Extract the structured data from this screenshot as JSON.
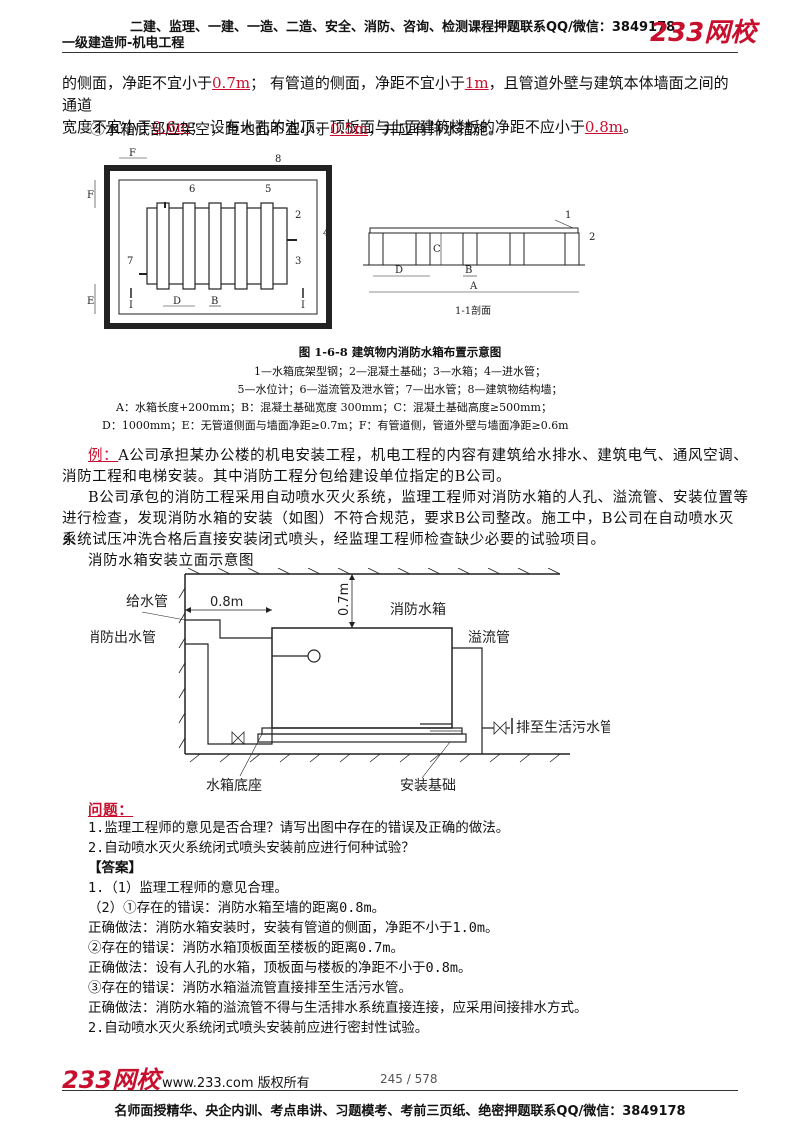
{
  "header": {
    "line1": "二建、监理、一建、一造、二造、安全、消防、咨询、检测课程押题联系QQ/微信：3849178",
    "line2": "一级建造师-机电工程",
    "logo": "233网校"
  },
  "para1": {
    "a": "的侧面，净距不宜小于",
    "v1": "0.7m",
    "b": "；  有管道的侧面，净距不宜小于",
    "v2": "1m",
    "c": "，且管道外壁与建筑本体墙面之间的通道",
    "d": "宽度不宜小于",
    "v3": "0.6m",
    "e": "；  设有人孔的池顶，顶板面与上面建筑楼板的净距不应小于",
    "v4": "0.8m",
    "f": "。"
  },
  "para2": {
    "a": "②水箱底部应架空，距地面不宜小于",
    "v1": "0.5m",
    "b": "，并应有排水措施。"
  },
  "fig1": {
    "labels": {
      "E": "E",
      "F": "F",
      "D": "D",
      "B": "B",
      "A": "A",
      "C": "C",
      "n1": "1",
      "n2": "2",
      "n3": "3",
      "n4": "4",
      "n6": "6",
      "n7": "7",
      "n8": "8",
      "I": "I",
      "section": "1-1剖面"
    },
    "title": "图 1-6-8   建筑物内消防水箱布置示意图",
    "legend1": "1—水箱底架型钢；2—混凝土基础；3—水箱；4—进水管；",
    "legend2": "5—水位计；6—溢流管及泄水管；7—出水管；8—建筑物结构墙；",
    "legend3": "A：水箱长度+200mm；B：混凝土基础宽度 300mm；C：混凝土基础高度≥500mm；",
    "legend4": "D：1000mm；E：无管道侧面与墙面净距≥0.7m；F：有管道侧，管道外壁与墙面净距≥0.6m"
  },
  "example": {
    "label": "例：",
    "l1": "A公司承担某办公楼的机电安装工程，机电工程的内容有建筑给水排水、建筑电气、通风空调、",
    "l2": "消防工程和电梯安装。其中消防工程分包给建设单位指定的B公司。",
    "l3": "B公司承包的消防工程采用自动喷水灭火系统，监理工程师对消防水箱的人孔、溢流管、安装位置等",
    "l4": "进行检查，发现消防水箱的安装（如图）不符合规范，要求B公司整改。施工中，B公司在自动喷水灭火",
    "l5": "系统试压冲洗合格后直接安装闭式喷头，经监理工程师检查缺少必要的试验项目。",
    "l6": "消防水箱安装立面示意图"
  },
  "fig2": {
    "feed_pipe": "给水管",
    "dim_08": "0.8m",
    "dim_07": "0.7m",
    "tank": "消防水箱",
    "outlet": "消防出水管",
    "overflow": "溢流管",
    "sewer": "排至生活污水管",
    "base": "水箱底座",
    "foundation": "安装基础"
  },
  "questions": {
    "label": "问题：",
    "q1": "1.监理工程师的意见是否合理？请写出图中存在的错误及正确的做法。",
    "q2": "2.自动喷水灭火系统闭式喷头安装前应进行何种试验？"
  },
  "answer": {
    "label": "【答案】",
    "l1": "1.（1）监理工程师的意见合理。",
    "l2": "（2）①存在的错误：消防水箱至墙的距离0.8m。",
    "l3": "正确做法：消防水箱安装时，安装有管道的侧面，净距不小于1.0m。",
    "l4": "②存在的错误：消防水箱顶板面至楼板的距离0.7m。",
    "l5": "正确做法：设有人孔的水箱，顶板面与楼板的净距不小于0.8m。",
    "l6": "③存在的错误：消防水箱溢流管直接排至生活污水管。",
    "l7": "正确做法：消防水箱的溢流管不得与生活排水系统直接连接，应采用间接排水方式。",
    "l8": "2.自动喷水灭火系统闭式喷头安装前应进行密封性试验。"
  },
  "footer": {
    "logo": "233网校",
    "site": "www.233.com 版权所有",
    "page": "245 / 578",
    "bottom": "名师面授精华、央企内训、考点串讲、习题模考、考前三页纸、绝密押题联系QQ/微信：3849178"
  }
}
